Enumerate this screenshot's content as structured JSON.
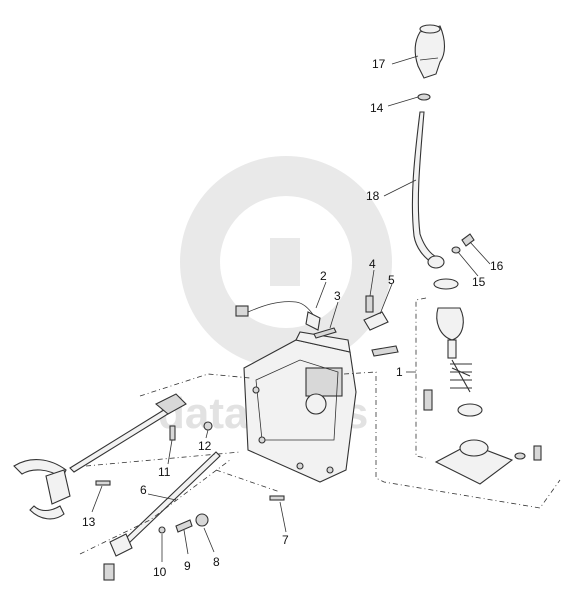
{
  "watermark": {
    "text": "data parts",
    "color": "#e6e6e6"
  },
  "callouts": [
    {
      "id": "1",
      "label": "1"
    },
    {
      "id": "2",
      "label": "2"
    },
    {
      "id": "3",
      "label": "3"
    },
    {
      "id": "4",
      "label": "4"
    },
    {
      "id": "5",
      "label": "5"
    },
    {
      "id": "6",
      "label": "6"
    },
    {
      "id": "7",
      "label": "7"
    },
    {
      "id": "8",
      "label": "8"
    },
    {
      "id": "9",
      "label": "9"
    },
    {
      "id": "10",
      "label": "10"
    },
    {
      "id": "11",
      "label": "11"
    },
    {
      "id": "12",
      "label": "12"
    },
    {
      "id": "13",
      "label": "13"
    },
    {
      "id": "14",
      "label": "14"
    },
    {
      "id": "15",
      "label": "15"
    },
    {
      "id": "16",
      "label": "16"
    },
    {
      "id": "17",
      "label": "17"
    },
    {
      "id": "18",
      "label": "18"
    }
  ]
}
